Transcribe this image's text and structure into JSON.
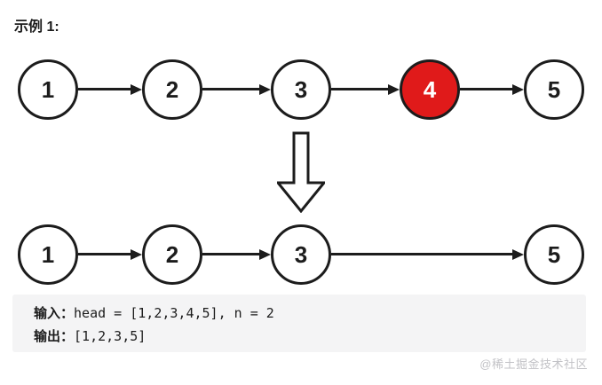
{
  "title": "示例 1:",
  "colors": {
    "ink": "#1c1c1c",
    "node_fill": "#ffffff",
    "highlight_fill": "#e01a1a",
    "highlight_text": "#ffffff",
    "box_bg": "#f4f4f5",
    "watermark": "#c2c2c6"
  },
  "list_before": {
    "nodes": [
      {
        "label": "1",
        "highlighted": false
      },
      {
        "label": "2",
        "highlighted": false
      },
      {
        "label": "3",
        "highlighted": false
      },
      {
        "label": "4",
        "highlighted": true
      },
      {
        "label": "5",
        "highlighted": false
      }
    ]
  },
  "list_after": {
    "nodes": [
      {
        "label": "1"
      },
      {
        "label": "2"
      },
      {
        "label": "3"
      },
      {
        "label": "5"
      }
    ]
  },
  "io_box": {
    "input_label": "输入：",
    "input_value": "head = [1,2,3,4,5], n = 2",
    "output_label": "输出：",
    "output_value": "[1,2,3,5]"
  },
  "watermark": "@稀土掘金技术社区"
}
